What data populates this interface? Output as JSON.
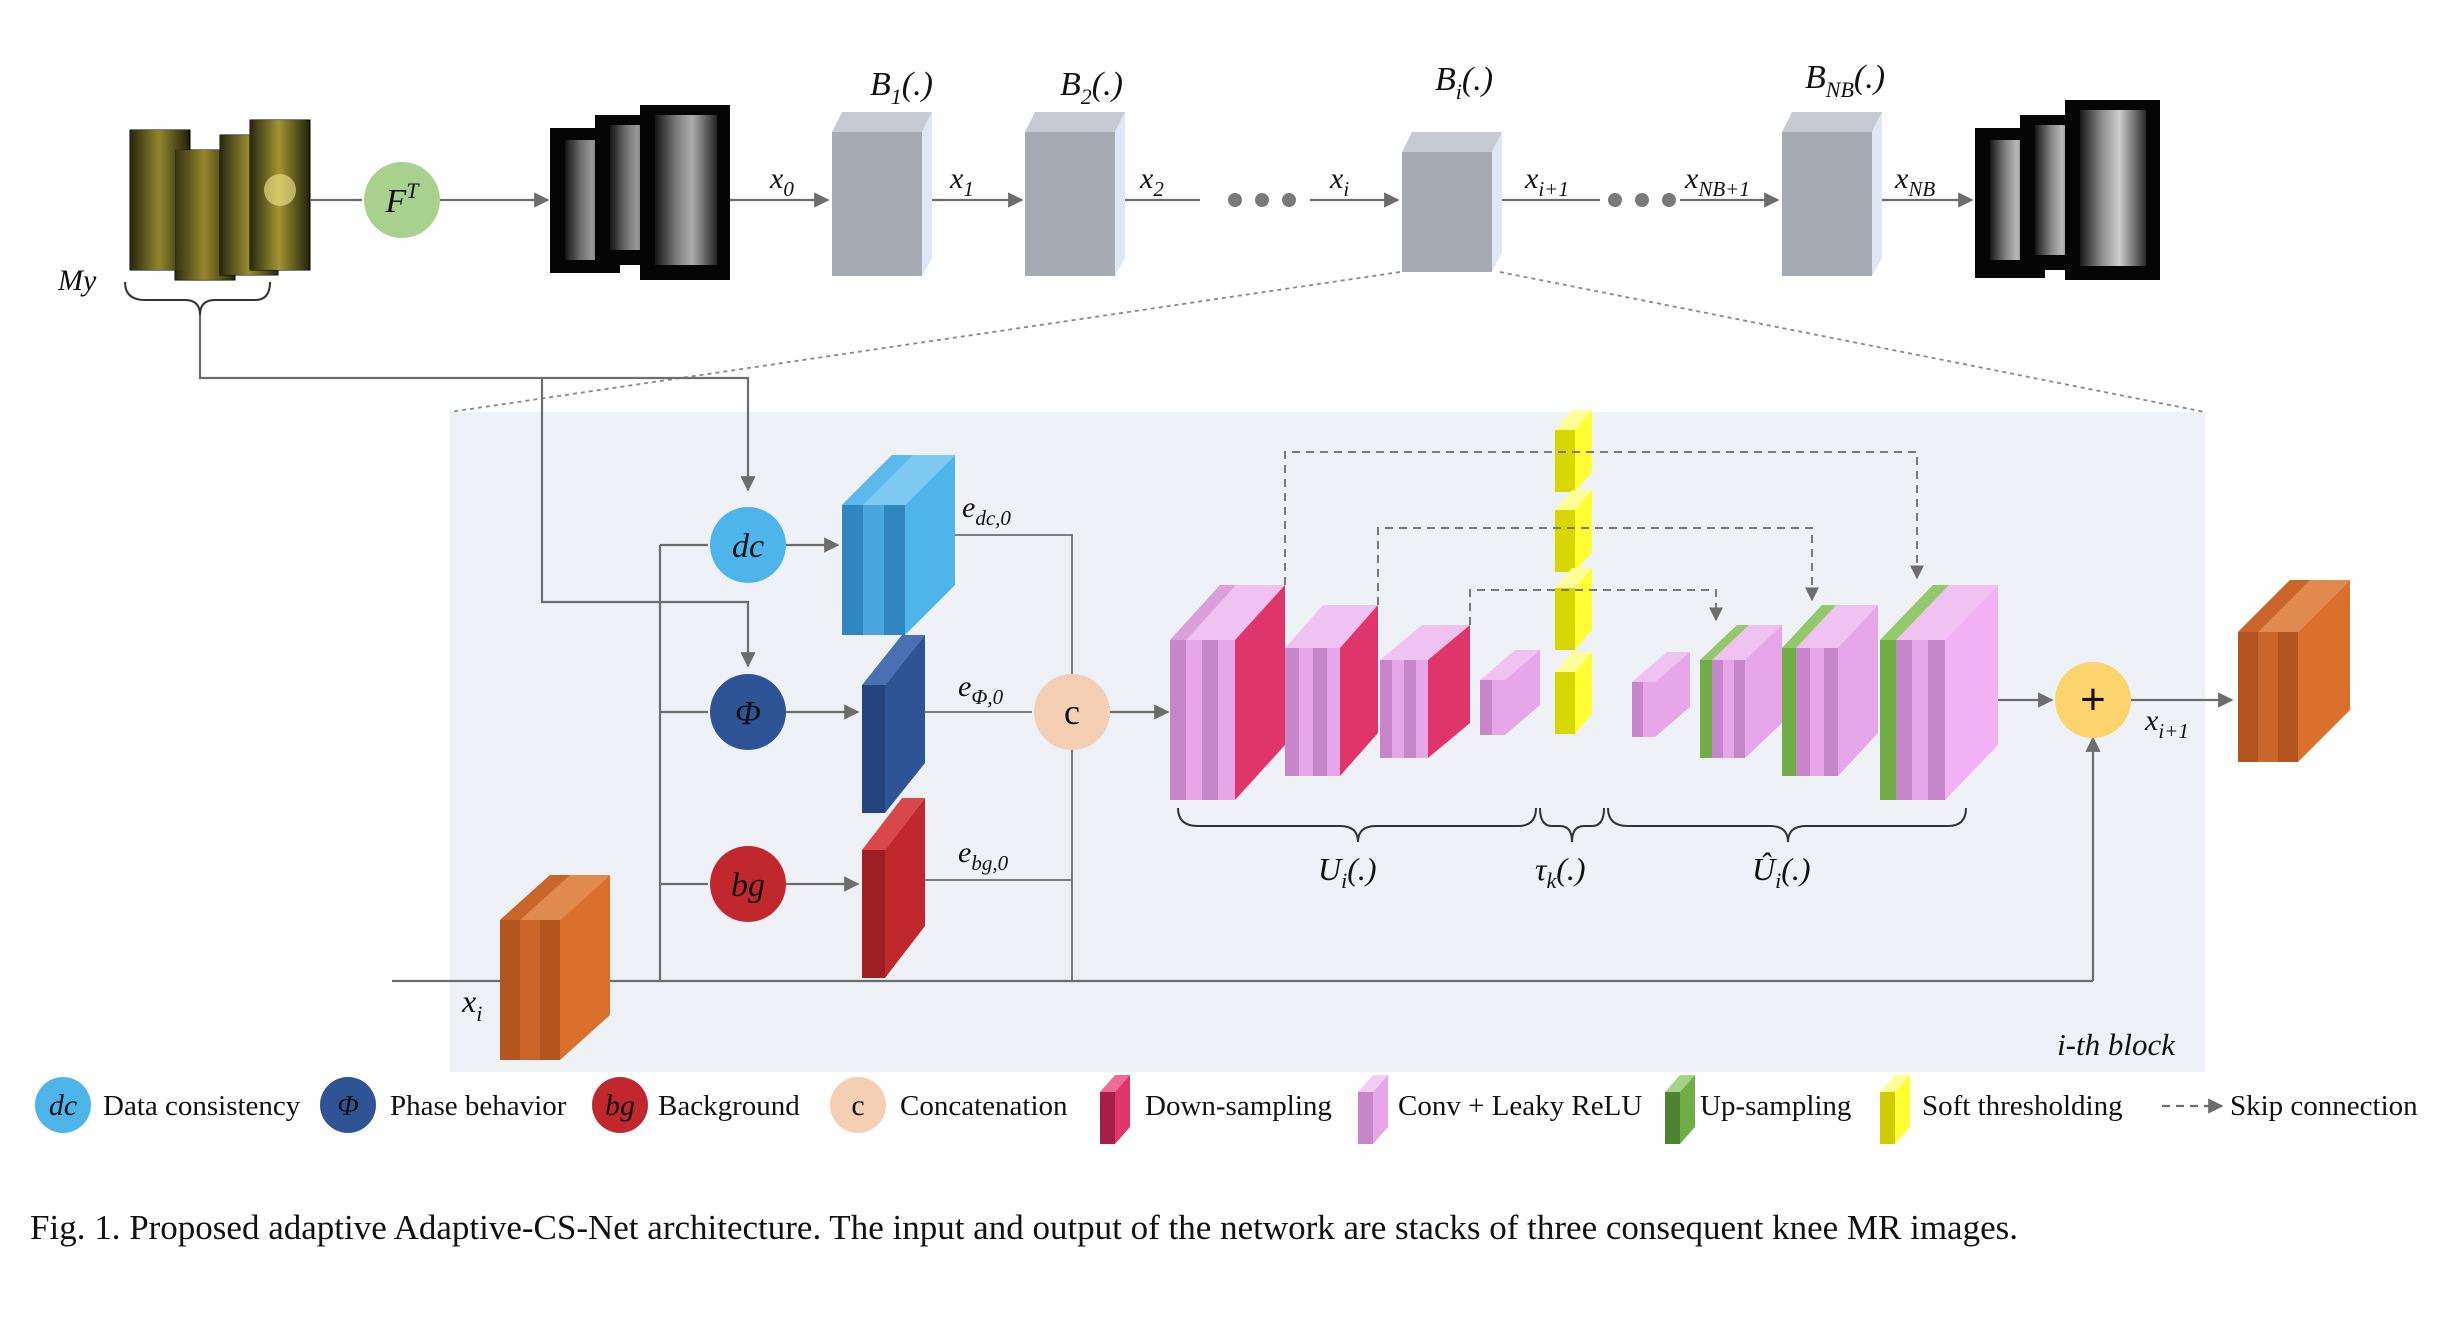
{
  "pipeline": {
    "input_label_base": "My",
    "ft_label": "F",
    "ft_sup": "T",
    "blocks": [
      {
        "base": "B",
        "sub": "1",
        "suffix": "(.)"
      },
      {
        "base": "B",
        "sub": "2",
        "suffix": "(.)"
      },
      {
        "base": "B",
        "sub": "i",
        "suffix": "(.)"
      },
      {
        "base": "B",
        "sub": "NB",
        "suffix": "(.)"
      }
    ],
    "edges": [
      {
        "base": "x",
        "sub": "0"
      },
      {
        "base": "x",
        "sub": "1"
      },
      {
        "base": "x",
        "sub": "2"
      },
      {
        "base": "x",
        "sub": "i"
      },
      {
        "base": "x",
        "sub": "i+1"
      },
      {
        "base": "x",
        "sub": "NB+1"
      },
      {
        "base": "x",
        "sub": "NB"
      }
    ]
  },
  "block": {
    "title": "i-th block",
    "dc": "dc",
    "phi": "Φ",
    "bg": "bg",
    "concat": "c",
    "plus": "+",
    "e_dc": {
      "base": "e",
      "sub": "dc,0"
    },
    "e_phi": {
      "base": "e",
      "sub": "Φ,0"
    },
    "e_bg": {
      "base": "e",
      "sub": "bg,0"
    },
    "x_in": {
      "base": "x",
      "sub": "i"
    },
    "x_out": {
      "base": "x",
      "sub": "i+1"
    },
    "U": {
      "base": "U",
      "sub": "i",
      "suffix": "(.)"
    },
    "tau": {
      "base": "τ",
      "sub": "k",
      "suffix": "(.)"
    },
    "Uhat": {
      "base": "Û",
      "sub": "i",
      "suffix": "(.)"
    }
  },
  "legend": [
    {
      "symbol": "dc",
      "label": "Data consistency"
    },
    {
      "symbol": "Φ",
      "label": "Phase behavior"
    },
    {
      "symbol": "bg",
      "label": "Background"
    },
    {
      "symbol": "c",
      "label": "Concatenation"
    },
    {
      "label": "Down-sampling"
    },
    {
      "label": "Conv + Leaky ReLU"
    },
    {
      "label": "Up-sampling"
    },
    {
      "label": "Soft thresholding"
    },
    {
      "label": "Skip connection"
    }
  ],
  "colors": {
    "dc": "#4db5ea",
    "phi": "#2f5496",
    "bg": "#c0282d",
    "concat": "#f5cfb3",
    "ft": "#a9d18e",
    "plus": "#fbd46d",
    "down": "#e0356a",
    "conv": "#e7a6e8",
    "up": "#70ad47",
    "soft": "#ffff33",
    "orange": "#d9712d",
    "gray_block": "#a6abb3",
    "panel": "#eef1f6"
  },
  "caption": "Fig. 1.  Proposed adaptive Adaptive-CS-Net architecture. The input and output of the network are stacks of three consequent knee MR images."
}
